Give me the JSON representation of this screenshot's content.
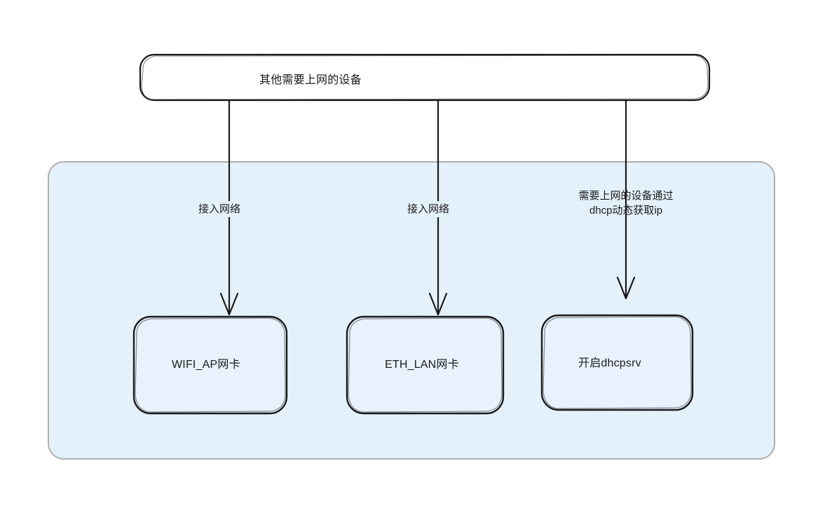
{
  "diagram": {
    "title_box": {
      "label": "其他需要上网的设备"
    },
    "panel": {
      "name": "network-group-panel",
      "fill": "#e4f1fb",
      "stroke": "#b0b0b0"
    },
    "nodes": [
      {
        "id": "wifi-ap",
        "label": "WIFI_AP网卡"
      },
      {
        "id": "eth-lan",
        "label": "ETH_LAN网卡"
      },
      {
        "id": "dhcpsrv",
        "label": "开启dhcpsrv"
      }
    ],
    "edges": [
      {
        "id": "edge-wifi",
        "from": "其他需要上网的设备",
        "to": "WIFI_AP网卡",
        "label_lines": [
          "接入网络"
        ]
      },
      {
        "id": "edge-eth",
        "from": "其他需要上网的设备",
        "to": "ETH_LAN网卡",
        "label_lines": [
          "接入网络"
        ]
      },
      {
        "id": "edge-dhcp",
        "from": "其他需要上网的设备",
        "to": "开启dhcpsrv",
        "label_lines": [
          "需要上网的设备通过",
          "dhcp动态获取ip"
        ]
      }
    ],
    "colors": {
      "stroke_dark": "#1a1a1a",
      "node_fill": "#e8f2fc",
      "top_box_fill": "#ffffff",
      "panel_fill": "#e4f1fb",
      "panel_stroke": "#b0b0b0"
    }
  }
}
